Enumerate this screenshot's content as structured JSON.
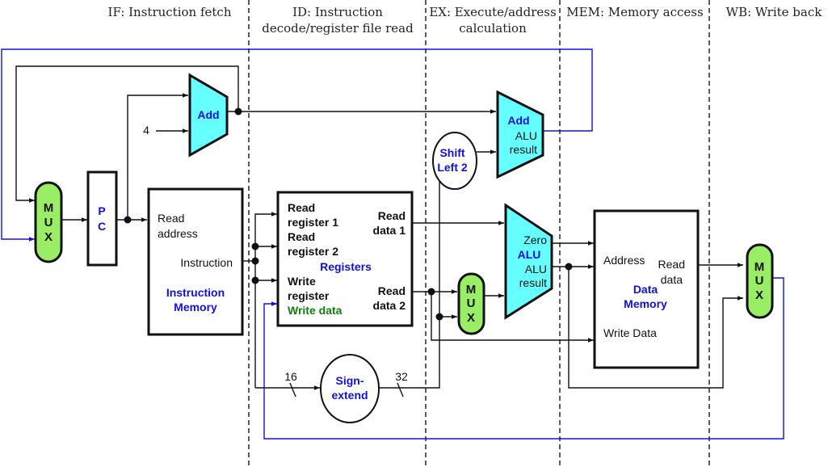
{
  "stages": [
    {
      "id": "if",
      "lines": [
        "IF: Instruction fetch"
      ]
    },
    {
      "id": "id",
      "lines": [
        "ID: Instruction",
        "decode/register file read"
      ]
    },
    {
      "id": "ex",
      "lines": [
        "EX: Execute/address",
        "calculation"
      ]
    },
    {
      "id": "mem",
      "lines": [
        "MEM: Memory access"
      ]
    },
    {
      "id": "wb",
      "lines": [
        "WB: Write back"
      ]
    }
  ],
  "components": {
    "pc_mux": {
      "letters": [
        "M",
        "U",
        "X"
      ]
    },
    "pc": {
      "letters": [
        "P",
        "C"
      ]
    },
    "pc_adder": {
      "label": "Add",
      "constant": "4"
    },
    "instruction_memory": {
      "port_read_address": [
        "Read",
        "address"
      ],
      "port_instruction": "Instruction",
      "title": [
        "Instruction",
        "Memory"
      ]
    },
    "registers": {
      "read_register_1": [
        "Read",
        "register 1"
      ],
      "read_register_2": [
        "Read",
        "register 2"
      ],
      "write_register": [
        "Write",
        "register"
      ],
      "write_data": "Write data",
      "read_data_1": [
        "Read",
        "data 1"
      ],
      "read_data_2": [
        "Read",
        "data 2"
      ],
      "title": "Registers"
    },
    "sign_extend": {
      "title": [
        "Sign-",
        "extend"
      ],
      "input_width": "16",
      "output_width": "32"
    },
    "shift_left": {
      "title": [
        "Shift",
        "Left 2"
      ]
    },
    "branch_adder": {
      "label": "Add",
      "result": [
        "ALU",
        "result"
      ]
    },
    "alu_mux": {
      "letters": [
        "M",
        "U",
        "X"
      ]
    },
    "alu": {
      "label": "ALU",
      "zero": "Zero",
      "result": [
        "ALU",
        "result"
      ]
    },
    "data_memory": {
      "address": "Address",
      "read_data": [
        "Read",
        "data"
      ],
      "write_data": "Write Data",
      "title": [
        "Data",
        "Memory"
      ]
    },
    "wb_mux": {
      "letters": [
        "M",
        "U",
        "X"
      ]
    }
  },
  "colors": {
    "adder_fill": "#66ffff",
    "mux_fill": "#99ee66",
    "title_blue": "#1010e0",
    "write_data_green": "#108010",
    "feedback_wire": "#1010e0"
  }
}
